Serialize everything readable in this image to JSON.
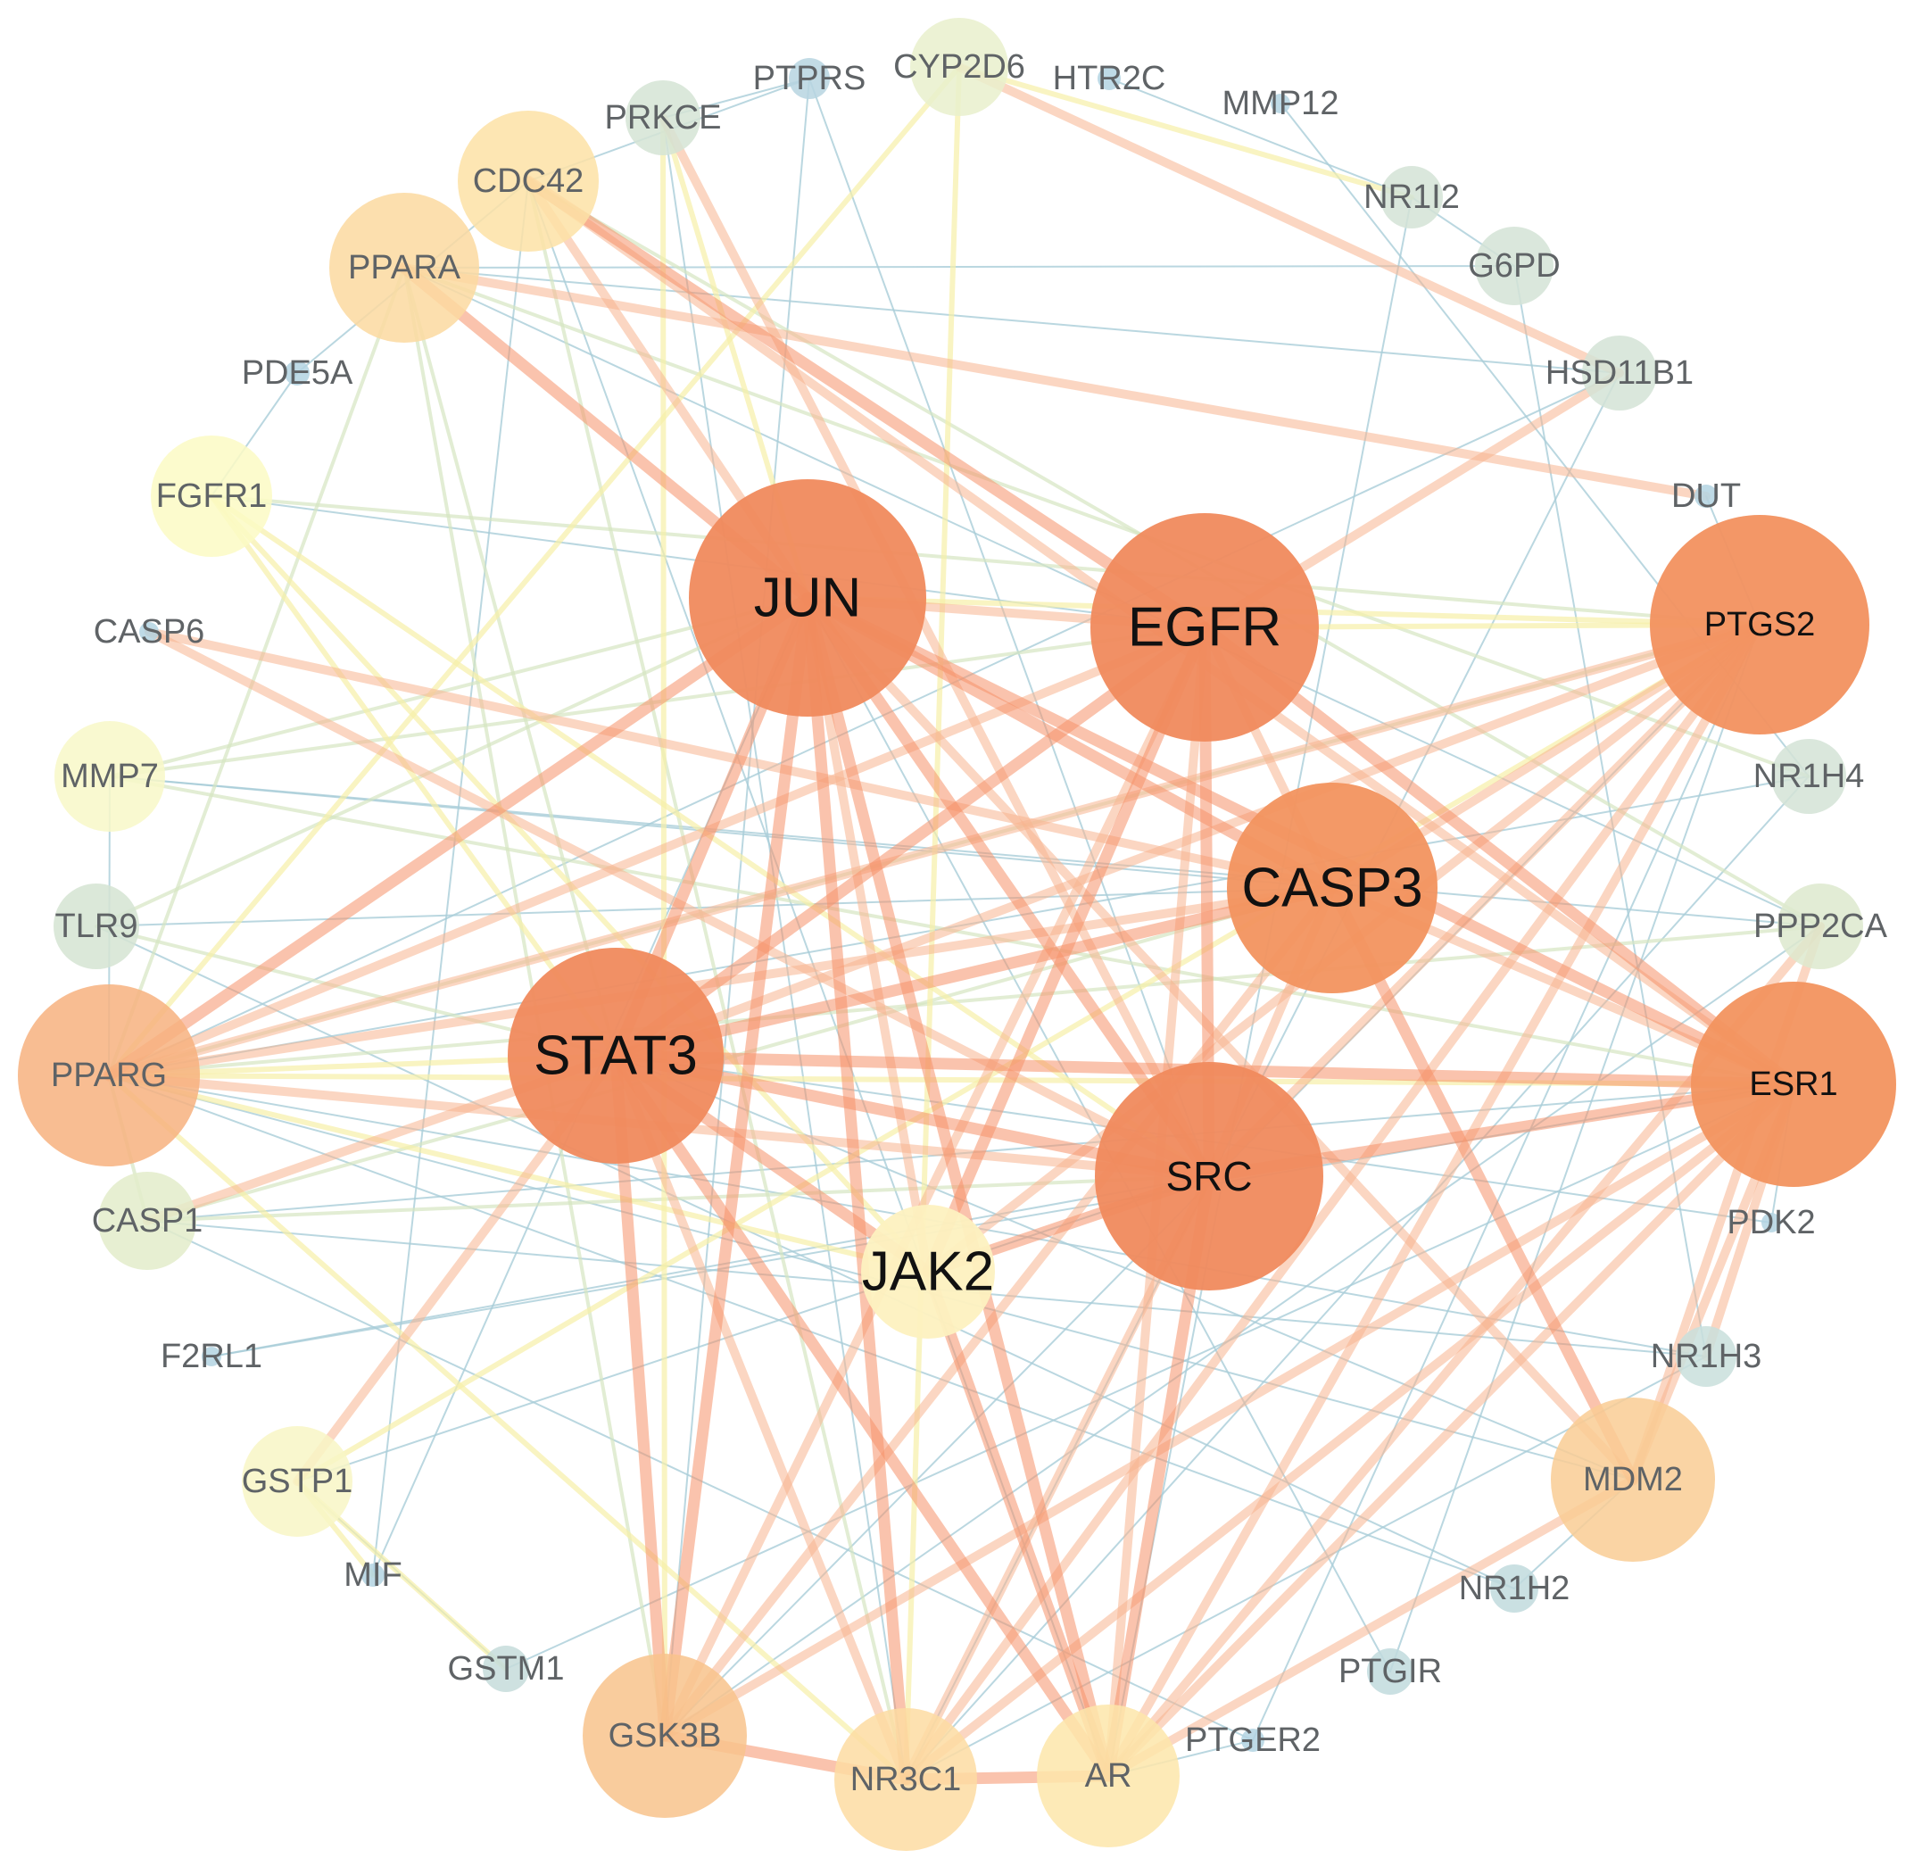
{
  "diagram": {
    "type": "protein-protein interaction network",
    "colors": {
      "hub_dark": "#f08a5d",
      "hub_mid": "#f5a673",
      "orange_light": "#f9c48f",
      "yellow_light": "#fde6a8",
      "yellow_pale": "#fbf7c0",
      "green_light": "#e3ecc9",
      "green_grey": "#cfe0d3",
      "blue_grey": "#bad6dc",
      "edge_strong": "#f5926a",
      "edge_medium": "#f8b48f",
      "edge_yellow": "#f6f0a8",
      "edge_green": "#d6e6c2",
      "edge_blue": "#a9cdd8",
      "label_dark": "#111111",
      "label_grey": "#5f6366"
    },
    "nodes": [
      {
        "id": "JUN",
        "label": "JUN",
        "color": "#f08a5d"
      },
      {
        "id": "EGFR",
        "label": "EGFR",
        "color": "#f08a5d"
      },
      {
        "id": "PTGS2",
        "label": "PTGS2",
        "color": "#f2915f"
      },
      {
        "id": "CASP3",
        "label": "CASP3",
        "color": "#f2935f"
      },
      {
        "id": "STAT3",
        "label": "STAT3",
        "color": "#f08a5d"
      },
      {
        "id": "SRC",
        "label": "SRC",
        "color": "#f08a5d"
      },
      {
        "id": "ESR1",
        "label": "ESR1",
        "color": "#f2935f"
      },
      {
        "id": "JAK2",
        "label": "JAK2",
        "color": "#fdf1c0"
      },
      {
        "id": "PPARG",
        "label": "PPARG",
        "color": "#f7b27f"
      },
      {
        "id": "GSK3B",
        "label": "GSK3B",
        "color": "#f8c38c"
      },
      {
        "id": "NR3C1",
        "label": "NR3C1",
        "color": "#fddca2"
      },
      {
        "id": "AR",
        "label": "AR",
        "color": "#fde6aa"
      },
      {
        "id": "MDM2",
        "label": "MDM2",
        "color": "#f9cd94"
      },
      {
        "id": "CDC42",
        "label": "CDC42",
        "color": "#fde2a6"
      },
      {
        "id": "PPARA",
        "label": "PPARA",
        "color": "#fcd9a0"
      },
      {
        "id": "FGFR1",
        "label": "FGFR1",
        "color": "#fcfac4"
      },
      {
        "id": "MMP7",
        "label": "MMP7",
        "color": "#f8f8c8"
      },
      {
        "id": "GSTP1",
        "label": "GSTP1",
        "color": "#f8f6c6"
      },
      {
        "id": "CYP2D6",
        "label": "CYP2D6",
        "color": "#e9f0cc"
      },
      {
        "id": "PRKCE",
        "label": "PRKCE",
        "color": "#d5e4d5"
      },
      {
        "id": "NR1I2",
        "label": "NR1I2",
        "color": "#d3e3d6"
      },
      {
        "id": "G6PD",
        "label": "G6PD",
        "color": "#d3e3d6"
      },
      {
        "id": "HSD11B1",
        "label": "HSD11B1",
        "color": "#d3e3d6"
      },
      {
        "id": "NR1H4",
        "label": "NR1H4",
        "color": "#d3e3d6"
      },
      {
        "id": "PPP2CA",
        "label": "PPP2CA",
        "color": "#dde9ce"
      },
      {
        "id": "TLR9",
        "label": "TLR9",
        "color": "#d5e4d2"
      },
      {
        "id": "CASP1",
        "label": "CASP1",
        "color": "#e3ecca"
      },
      {
        "id": "NR1H3",
        "label": "NR1H3",
        "color": "#c9dfdc"
      },
      {
        "id": "NR1H2",
        "label": "NR1H2",
        "color": "#c1dadd"
      },
      {
        "id": "PTGIR",
        "label": "PTGIR",
        "color": "#c1dadd"
      },
      {
        "id": "GSTM1",
        "label": "GSTM1",
        "color": "#c5dcdb"
      },
      {
        "id": "PTPRS",
        "label": "PTPRS",
        "color": "#b7d5e0"
      },
      {
        "id": "HTR2C",
        "label": "HTR2C",
        "color": "#b3d3e2"
      },
      {
        "id": "MMP12",
        "label": "MMP12",
        "color": "#b3d3e2"
      },
      {
        "id": "PDE5A",
        "label": "PDE5A",
        "color": "#b3d3e2"
      },
      {
        "id": "DUT",
        "label": "DUT",
        "color": "#b3d3e2"
      },
      {
        "id": "CASP6",
        "label": "CASP6",
        "color": "#b3d3e2"
      },
      {
        "id": "PDK2",
        "label": "PDK2",
        "color": "#b3d3e2"
      },
      {
        "id": "F2RL1",
        "label": "F2RL1",
        "color": "#b3d3e2"
      },
      {
        "id": "MIF",
        "label": "MIF",
        "color": "#b3d3e2"
      },
      {
        "id": "PTGER2",
        "label": "PTGER2",
        "color": "#b3d3e2"
      }
    ],
    "edges": [
      {
        "source": "JUN",
        "target": "STAT3",
        "strength": "strong"
      },
      {
        "source": "JUN",
        "target": "SRC",
        "strength": "strong"
      },
      {
        "source": "JUN",
        "target": "EGFR",
        "strength": "medium"
      },
      {
        "source": "JUN",
        "target": "CASP3",
        "strength": "strong"
      },
      {
        "source": "JUN",
        "target": "PPARA",
        "strength": "strong"
      },
      {
        "source": "JUN",
        "target": "CDC42",
        "strength": "medium"
      },
      {
        "source": "JUN",
        "target": "PPARG",
        "strength": "strong"
      },
      {
        "source": "JUN",
        "target": "ESR1",
        "strength": "strong"
      },
      {
        "source": "JUN",
        "target": "NR3C1",
        "strength": "strong"
      },
      {
        "source": "JUN",
        "target": "AR",
        "strength": "strong"
      },
      {
        "source": "JUN",
        "target": "GSK3B",
        "strength": "strong"
      },
      {
        "source": "JUN",
        "target": "MDM2",
        "strength": "medium"
      },
      {
        "source": "JUN",
        "target": "JAK2",
        "strength": "medium"
      },
      {
        "source": "JUN",
        "target": "PTGS2",
        "strength": "yellow"
      },
      {
        "source": "EGFR",
        "target": "STAT3",
        "strength": "strong"
      },
      {
        "source": "EGFR",
        "target": "SRC",
        "strength": "strong"
      },
      {
        "source": "EGFR",
        "target": "CASP3",
        "strength": "medium"
      },
      {
        "source": "EGFR",
        "target": "ESR1",
        "strength": "strong"
      },
      {
        "source": "EGFR",
        "target": "PPARG",
        "strength": "medium"
      },
      {
        "source": "EGFR",
        "target": "CDC42",
        "strength": "strong"
      },
      {
        "source": "EGFR",
        "target": "HSD11B1",
        "strength": "medium"
      },
      {
        "source": "EGFR",
        "target": "JAK2",
        "strength": "strong"
      },
      {
        "source": "EGFR",
        "target": "AR",
        "strength": "medium"
      },
      {
        "source": "EGFR",
        "target": "GSK3B",
        "strength": "medium"
      },
      {
        "source": "EGFR",
        "target": "PTGS2",
        "strength": "yellow"
      },
      {
        "source": "STAT3",
        "target": "SRC",
        "strength": "strong"
      },
      {
        "source": "STAT3",
        "target": "ESR1",
        "strength": "strong"
      },
      {
        "source": "STAT3",
        "target": "CASP3",
        "strength": "strong"
      },
      {
        "source": "STAT3",
        "target": "PTGS2",
        "strength": "medium"
      },
      {
        "source": "STAT3",
        "target": "JAK2",
        "strength": "strong"
      },
      {
        "source": "STAT3",
        "target": "GSK3B",
        "strength": "strong"
      },
      {
        "source": "STAT3",
        "target": "AR",
        "strength": "strong"
      },
      {
        "source": "STAT3",
        "target": "NR3C1",
        "strength": "medium"
      },
      {
        "source": "STAT3",
        "target": "GSTP1",
        "strength": "medium"
      },
      {
        "source": "STAT3",
        "target": "CASP1",
        "strength": "medium"
      },
      {
        "source": "STAT3",
        "target": "PPARG",
        "strength": "yellow"
      },
      {
        "source": "SRC",
        "target": "ESR1",
        "strength": "strong"
      },
      {
        "source": "SRC",
        "target": "CASP3",
        "strength": "medium"
      },
      {
        "source": "SRC",
        "target": "JAK2",
        "strength": "strong"
      },
      {
        "source": "SRC",
        "target": "AR",
        "strength": "strong"
      },
      {
        "source": "SRC",
        "target": "NR3C1",
        "strength": "medium"
      },
      {
        "source": "SRC",
        "target": "PPARG",
        "strength": "medium"
      },
      {
        "source": "SRC",
        "target": "CASP6",
        "strength": "medium"
      },
      {
        "source": "SRC",
        "target": "PTGS2",
        "strength": "medium"
      },
      {
        "source": "SRC",
        "target": "PRKCE",
        "strength": "medium"
      },
      {
        "source": "CASP3",
        "target": "PTGS2",
        "strength": "medium"
      },
      {
        "source": "CASP3",
        "target": "MDM2",
        "strength": "strong"
      },
      {
        "source": "CASP3",
        "target": "GSK3B",
        "strength": "medium"
      },
      {
        "source": "CASP3",
        "target": "PPARG",
        "strength": "medium"
      },
      {
        "source": "CASP3",
        "target": "ESR1",
        "strength": "medium"
      },
      {
        "source": "ESR1",
        "target": "AR",
        "strength": "medium"
      },
      {
        "source": "ESR1",
        "target": "MDM2",
        "strength": "medium"
      },
      {
        "source": "ESR1",
        "target": "NR3C1",
        "strength": "medium"
      },
      {
        "source": "ESR1",
        "target": "GSK3B",
        "strength": "medium"
      },
      {
        "source": "ESR1",
        "target": "PPARG",
        "strength": "yellow"
      },
      {
        "source": "ESR1",
        "target": "NR1H3",
        "strength": "medium"
      },
      {
        "source": "PTGS2",
        "target": "PPARG",
        "strength": "medium"
      },
      {
        "source": "PTGS2",
        "target": "AR",
        "strength": "medium"
      },
      {
        "source": "PTGS2",
        "target": "NR3C1",
        "strength": "medium"
      },
      {
        "source": "PPARA",
        "target": "DUT",
        "strength": "medium"
      },
      {
        "source": "CYP2D6",
        "target": "HSD11B1",
        "strength": "medium"
      },
      {
        "source": "GSK3B",
        "target": "NR3C1",
        "strength": "strong"
      },
      {
        "source": "NR3C1",
        "target": "AR",
        "strength": "strong"
      },
      {
        "source": "AR",
        "target": "MDM2",
        "strength": "medium"
      },
      {
        "source": "JAK2",
        "target": "AR",
        "strength": "strong"
      },
      {
        "source": "PPP2CA",
        "target": "AR",
        "strength": "medium"
      },
      {
        "source": "MDM2",
        "target": "PPP2CA",
        "strength": "medium"
      },
      {
        "source": "FGFR1",
        "target": "STAT3",
        "strength": "yellow"
      },
      {
        "source": "FGFR1",
        "target": "SRC",
        "strength": "yellow"
      },
      {
        "source": "FGFR1",
        "target": "JAK2",
        "strength": "yellow"
      },
      {
        "source": "MMP7",
        "target": "JUN",
        "strength": "green"
      },
      {
        "source": "MMP7",
        "target": "EGFR",
        "strength": "green"
      },
      {
        "source": "MMP7",
        "target": "ESR1",
        "strength": "green"
      },
      {
        "source": "TLR9",
        "target": "STAT3",
        "strength": "green"
      },
      {
        "source": "TLR9",
        "target": "JUN",
        "strength": "green"
      },
      {
        "source": "CASP1",
        "target": "CASP3",
        "strength": "green"
      },
      {
        "source": "CASP1",
        "target": "PPARG",
        "strength": "green"
      },
      {
        "source": "CASP1",
        "target": "SRC",
        "strength": "green"
      },
      {
        "source": "CDC42",
        "target": "NR3C1",
        "strength": "green"
      },
      {
        "source": "CDC42",
        "target": "PPP2CA",
        "strength": "green"
      },
      {
        "source": "PPARA",
        "target": "PPARG",
        "strength": "green"
      },
      {
        "source": "PPARA",
        "target": "NR1H4",
        "strength": "green"
      },
      {
        "source": "PPARA",
        "target": "GSK3B",
        "strength": "green"
      },
      {
        "source": "GSTP1",
        "target": "GSTM1",
        "strength": "yellow"
      },
      {
        "source": "GSTP1",
        "target": "MIF",
        "strength": "yellow"
      },
      {
        "source": "GSTP1",
        "target": "PTGS2",
        "strength": "yellow"
      },
      {
        "source": "NR1I2",
        "target": "CYP2D6",
        "strength": "yellow"
      },
      {
        "source": "PRKCE",
        "target": "JUN",
        "strength": "yellow"
      },
      {
        "source": "PRKCE",
        "target": "GSK3B",
        "strength": "yellow"
      },
      {
        "source": "CYP2D6",
        "target": "PPARG",
        "strength": "yellow"
      },
      {
        "source": "CYP2D6",
        "target": "NR3C1",
        "strength": "yellow"
      },
      {
        "source": "PTPRS",
        "target": "PRKCE",
        "strength": "blue"
      },
      {
        "source": "PTPRS",
        "target": "SRC",
        "strength": "blue"
      },
      {
        "source": "PTPRS",
        "target": "CDC42",
        "strength": "blue"
      },
      {
        "source": "HTR2C",
        "target": "NR1I2",
        "strength": "blue"
      },
      {
        "source": "MMP12",
        "target": "NR1H4",
        "strength": "blue"
      },
      {
        "source": "NR1I2",
        "target": "G6PD",
        "strength": "blue"
      },
      {
        "source": "NR1I2",
        "target": "AR",
        "strength": "blue"
      },
      {
        "source": "G6PD",
        "target": "NR1H3",
        "strength": "blue"
      },
      {
        "source": "G6PD",
        "target": "PPARA",
        "strength": "blue"
      },
      {
        "source": "HSD11B1",
        "target": "NR3C1",
        "strength": "blue"
      },
      {
        "source": "HSD11B1",
        "target": "PPARG",
        "strength": "blue"
      },
      {
        "source": "HSD11B1",
        "target": "PPARA",
        "strength": "blue"
      },
      {
        "source": "PDE5A",
        "target": "FGFR1",
        "strength": "blue"
      },
      {
        "source": "PDE5A",
        "target": "CDC42",
        "strength": "blue"
      },
      {
        "source": "DUT",
        "target": "PTGS2",
        "strength": "blue"
      },
      {
        "source": "NR1H4",
        "target": "NR3C1",
        "strength": "blue"
      },
      {
        "source": "NR1H4",
        "target": "PPARG",
        "strength": "blue"
      },
      {
        "source": "PPP2CA",
        "target": "GSK3B",
        "strength": "blue"
      },
      {
        "source": "PPP2CA",
        "target": "MMP7",
        "strength": "blue"
      },
      {
        "source": "PDK2",
        "target": "ESR1",
        "strength": "blue"
      },
      {
        "source": "PDK2",
        "target": "STAT3",
        "strength": "blue"
      },
      {
        "source": "NR1H3",
        "target": "PPARG",
        "strength": "blue"
      },
      {
        "source": "NR1H3",
        "target": "CASP1",
        "strength": "blue"
      },
      {
        "source": "NR1H2",
        "target": "MDM2",
        "strength": "blue"
      },
      {
        "source": "NR1H2",
        "target": "PPARG",
        "strength": "blue"
      },
      {
        "source": "NR1H2",
        "target": "TLR9",
        "strength": "blue"
      },
      {
        "source": "PTGIR",
        "target": "PTGS2",
        "strength": "blue"
      },
      {
        "source": "PTGIR",
        "target": "JUN",
        "strength": "blue"
      },
      {
        "source": "PTGER2",
        "target": "PTGS2",
        "strength": "blue"
      },
      {
        "source": "PTGER2",
        "target": "AR",
        "strength": "blue"
      },
      {
        "source": "PTGER2",
        "target": "CASP1",
        "strength": "blue"
      },
      {
        "source": "GSTM1",
        "target": "GSTP1",
        "strength": "blue"
      },
      {
        "source": "GSTM1",
        "target": "ESR1",
        "strength": "blue"
      },
      {
        "source": "MIF",
        "target": "CDC42",
        "strength": "blue"
      },
      {
        "source": "F2RL1",
        "target": "SRC",
        "strength": "blue"
      },
      {
        "source": "F2RL1",
        "target": "ESR1",
        "strength": "blue"
      },
      {
        "source": "CASP6",
        "target": "CASP3",
        "strength": "medium"
      },
      {
        "source": "TLR9",
        "target": "CASP3",
        "strength": "blue"
      },
      {
        "source": "MMP7",
        "target": "CASP3",
        "strength": "blue"
      },
      {
        "source": "MMP7",
        "target": "PPARG",
        "strength": "blue"
      },
      {
        "source": "FGFR1",
        "target": "EGFR",
        "strength": "blue"
      },
      {
        "source": "FGFR1",
        "target": "PTGS2",
        "strength": "green"
      },
      {
        "source": "CASP1",
        "target": "ESR1",
        "strength": "blue"
      },
      {
        "source": "GSTP1",
        "target": "SRC",
        "strength": "blue"
      },
      {
        "source": "MIF",
        "target": "JUN",
        "strength": "blue"
      },
      {
        "source": "PPARG",
        "target": "PTGS2",
        "strength": "green"
      },
      {
        "source": "PPARG",
        "target": "PPP2CA",
        "strength": "green"
      },
      {
        "source": "PPARG",
        "target": "NR3C1",
        "strength": "yellow"
      },
      {
        "source": "AR",
        "target": "CDC42",
        "strength": "blue"
      },
      {
        "source": "NR3C1",
        "target": "PRKCE",
        "strength": "blue"
      },
      {
        "source": "GSK3B",
        "target": "PTGS2",
        "strength": "blue"
      },
      {
        "source": "MDM2",
        "target": "STAT3",
        "strength": "blue"
      },
      {
        "source": "MDM2",
        "target": "PPARG",
        "strength": "blue"
      },
      {
        "source": "NR1H3",
        "target": "NR3C1",
        "strength": "blue"
      },
      {
        "source": "PTPRS",
        "target": "GSK3B",
        "strength": "blue"
      },
      {
        "source": "CDC42",
        "target": "ESR1",
        "strength": "medium"
      },
      {
        "source": "PPARA",
        "target": "PPP2CA",
        "strength": "blue"
      },
      {
        "source": "JAK2",
        "target": "PTGS2",
        "strength": "medium"
      },
      {
        "source": "JAK2",
        "target": "PPARG",
        "strength": "yellow"
      },
      {
        "source": "STAT3",
        "target": "PPARA",
        "strength": "green"
      }
    ]
  }
}
